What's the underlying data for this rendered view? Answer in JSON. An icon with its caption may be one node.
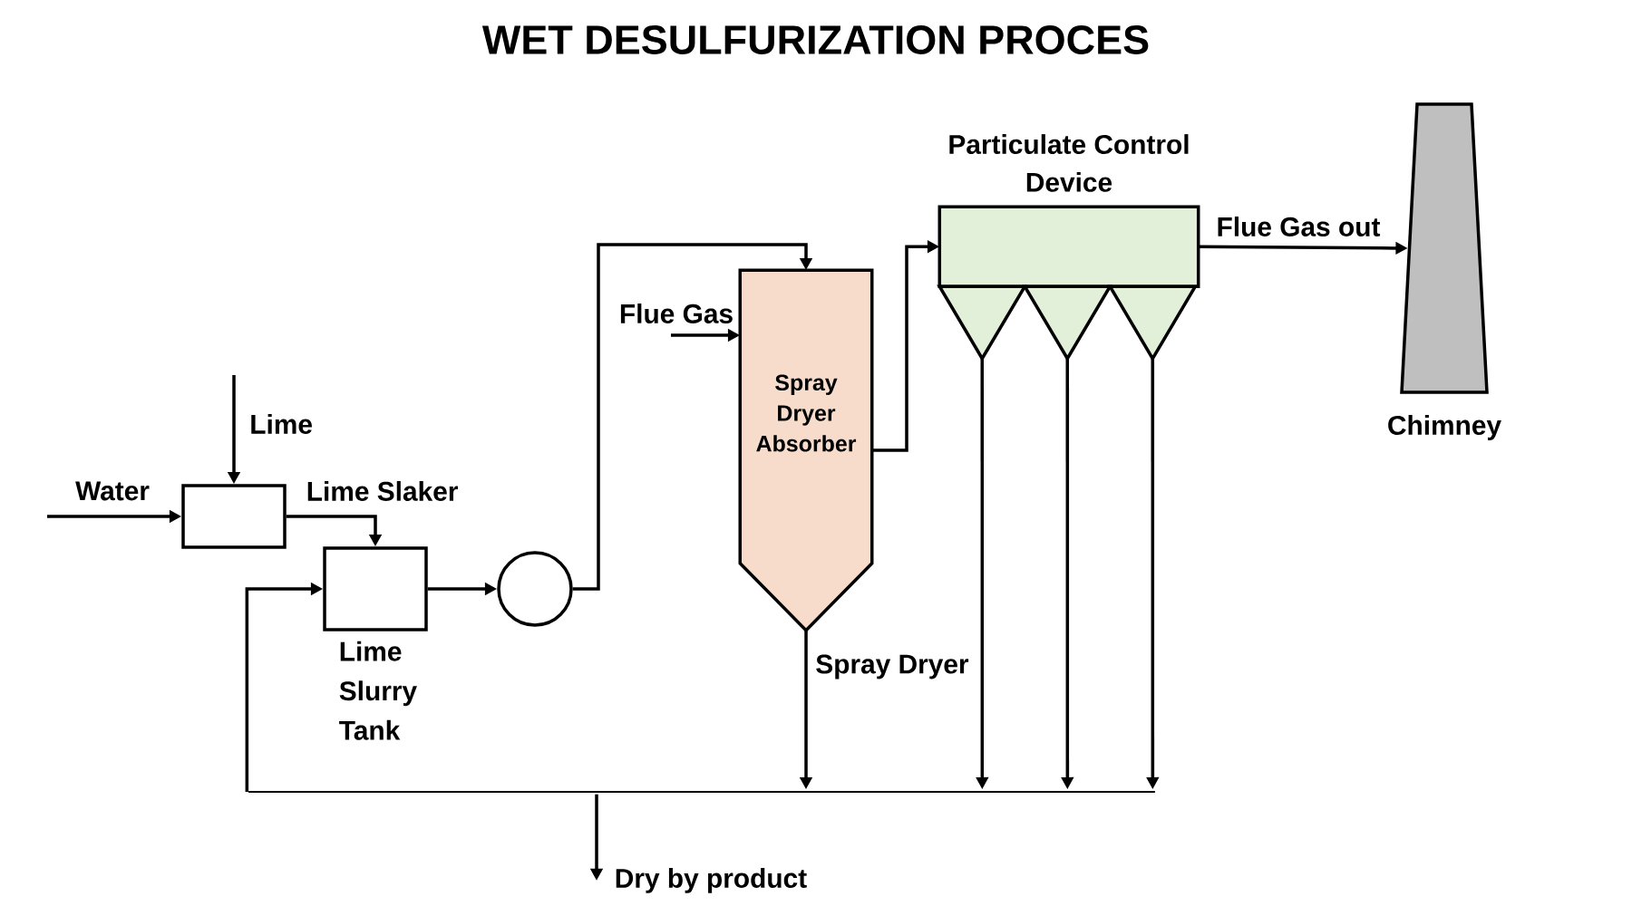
{
  "diagram": {
    "title": "WET DESULFURIZATION PROCES",
    "nodes": [
      {
        "text": [
          "Lime Slaker"
        ]
      },
      {
        "text": [
          "Lime Slurry Tank"
        ]
      },
      {
        "text": [],
        "shape": "circle"
      },
      {
        "text": [
          "Spray Dryer Absorber"
        ]
      },
      {
        "text": [
          "Particulate Control Device"
        ]
      },
      {
        "text": [
          "Chimney"
        ]
      },
      {
        "text": [],
        "shape": "bar"
      },
      {
        "text": [
          "Dry by product"
        ]
      }
    ],
    "edges": [
      {
        "from": null,
        "to": 0,
        "arrow": "to",
        "label": "Lime"
      },
      {
        "from": null,
        "to": 0,
        "arrow": "to",
        "label": "Water"
      },
      {
        "from": 0,
        "to": 1,
        "arrow": "to"
      },
      {
        "from": 1,
        "to": 2,
        "arrow": "to"
      },
      {
        "from": 2,
        "to": 3,
        "arrow": "to"
      },
      {
        "from": null,
        "to": 3,
        "arrow": "to",
        "label": "Flue Gas"
      },
      {
        "from": 3,
        "to": 4,
        "arrow": "to"
      },
      {
        "from": 4,
        "to": 5,
        "arrow": "to",
        "label": "Flue Gas out"
      },
      {
        "from": 3,
        "to": 6,
        "arrow": "to",
        "label": "Spray Dryer"
      },
      {
        "from": 4,
        "to": 6,
        "arrow": "to"
      },
      {
        "from": 4,
        "to": 6,
        "arrow": "to"
      },
      {
        "from": 4,
        "to": 6,
        "arrow": "to"
      },
      {
        "from": 6,
        "to": 1,
        "arrow": "to"
      },
      {
        "from": 6,
        "to": 7,
        "arrow": "to"
      }
    ]
  }
}
